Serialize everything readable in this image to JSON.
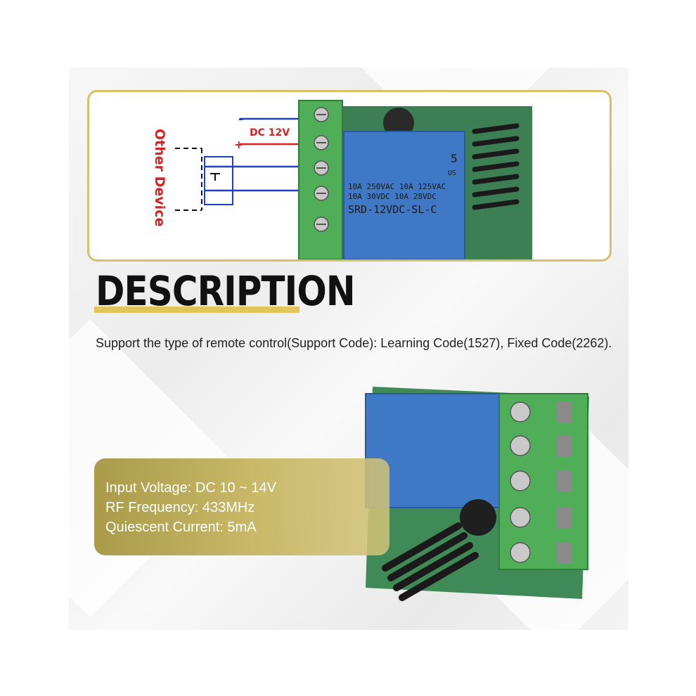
{
  "diagram": {
    "label_other_device": "Other Device",
    "label_dc": "DC 12V",
    "label_minus": "-",
    "label_plus": "+",
    "relay_line1": "10A 250VAC  10A 125VAC",
    "relay_line2": "10A  30VDC  10A  28VDC",
    "relay_model": "SRD-12VDC-SL-C",
    "relay_mark": "5",
    "relay_us": "US"
  },
  "title": "DESCRIPTION",
  "description": "Support the type of remote control(Support Code): Learning Code(1527), Fixed Code(2262).",
  "specs": {
    "input_voltage": "Input Voltage: DC 10 ~ 14V",
    "rf_frequency": "RF Frequency: 433MHz",
    "quiescent_current": "Quiescent Current: 5mA"
  },
  "colors": {
    "accent_gold": "#e1c45a",
    "wire_blue": "#1f3fbf",
    "wire_red": "#d82222",
    "terminal_green": "#4fae57",
    "relay_blue": "#3f78c4"
  }
}
